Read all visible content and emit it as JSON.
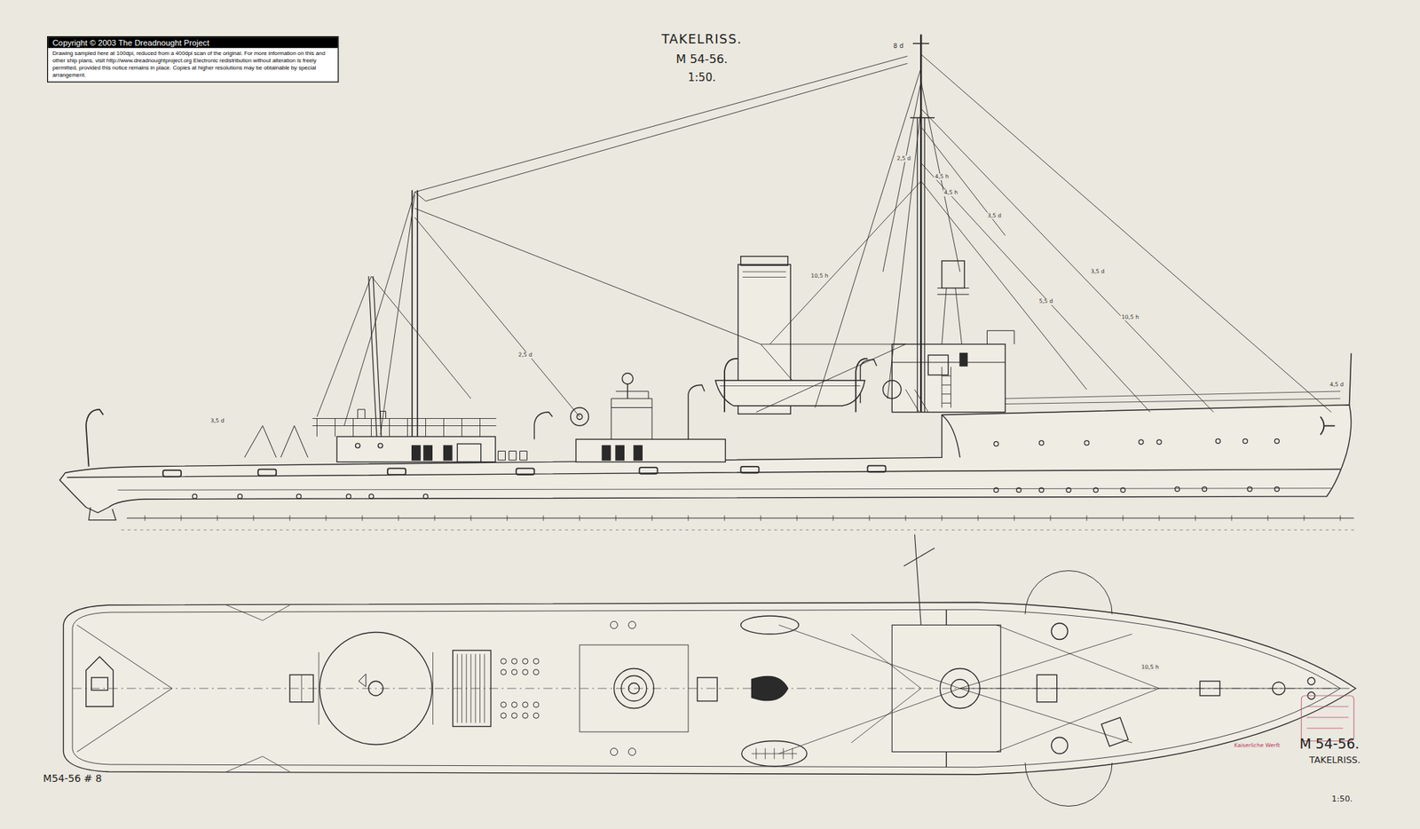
{
  "diagram": {
    "title": "TAKELRISS.",
    "nodes": [
      {
        "text": [
          "Copyright © 2003 The Dreadnought Project",
          "Drawing sampled here at 100dpi, reduced from a 400dpi scan of the original. For more information on this and other ship plans, visit http://www.dreadnoughtproject.org Electronic redistribution without alteration is freely permitted, provided this notice remains in place. Copies at higher resolutions may be obtainable by special arrangement."
        ]
      }
    ],
    "labels": [
      "M 54-56.",
      "1:50.",
      "M 54-56.",
      "TAKELRISS.",
      "1:50.",
      "M54-56 # 8",
      "Kaiserliche Werft",
      "8 d",
      "2,5 d",
      "4,5 h",
      "3,5 d",
      "10,5 h",
      "5,5 d",
      "3,5 d",
      "10,5 h",
      "4,5 d",
      "3,5 d",
      "2,5 d",
      "10,5 h",
      "4,5 h"
    ]
  }
}
